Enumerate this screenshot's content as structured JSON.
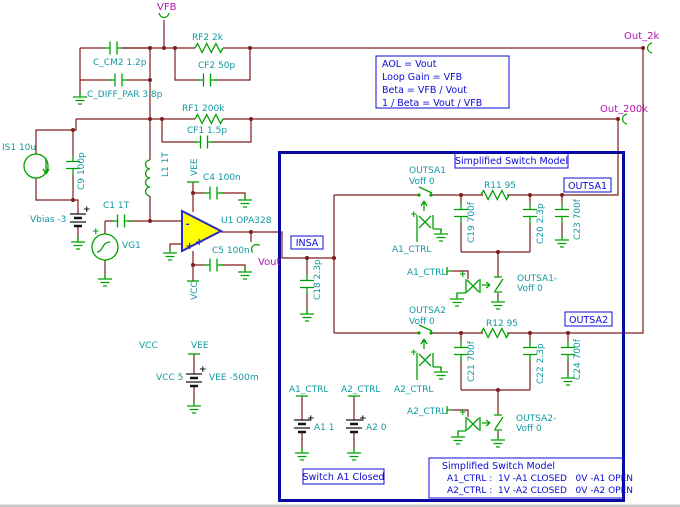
{
  "colors": {
    "wire": "#7d1d1d",
    "component": "#00a000",
    "label": "#1199a1",
    "node_label": "#b812b8",
    "annotation": "#0b0bd6",
    "box_border": "#0a0aa0",
    "opamp_fill": "#ffff00",
    "opamp_border": "#2a2ac8",
    "battery": "#141414",
    "background": "#ffffff"
  },
  "nodes": {
    "vfb": "VFB",
    "out_2k": "Out_2k",
    "out_200k": "Out_200k",
    "vout": "Vout"
  },
  "jumpers": {
    "insa": "INSA",
    "outsa1": "OUTSA1",
    "outsa2": "OUTSA2"
  },
  "sources": {
    "is1": "IS1 10u",
    "vbias": "Vbias -3",
    "vg1": "VG1",
    "vcc_rail": "VCC",
    "vee_rail": "VEE",
    "vcc_batt": "VCC 5",
    "vee_batt": "VEE -500m",
    "a1_batt": "A1 1",
    "a2_batt": "A2 0"
  },
  "passives": {
    "c_cm2": "C_CM2 1.2p",
    "c_diff_par": "C_DIFF_PAR 3.8p",
    "rf2": "RF2 2k",
    "cf2": "CF2 50p",
    "rf1": "RF1 200k",
    "cf1": "CF1 1.5p",
    "c9": "C9 100p",
    "c1": "C1 1T",
    "l1": "L1 1T",
    "c4": "C4 100n",
    "c5": "C5 100n",
    "c18": "C18 2.3p"
  },
  "opamp": {
    "ref": "U1 OPA328",
    "vee_pin": "VEE",
    "vcc_pin": "VCC"
  },
  "switch_model": {
    "outsa1": "OUTSA1",
    "outsa1n": "OUTSA1-",
    "outsa2": "OUTSA2",
    "outsa2n": "OUTSA2-",
    "voff": "Voff 0",
    "a1_ctrl": "A1_CTRL",
    "a2_ctrl": "A2_CTRL",
    "r11": "R11 95",
    "r12": "R12 95",
    "c19": "C19 700f",
    "c20": "C20 2.3p",
    "c23": "C23 700f",
    "c21": "C21 700f",
    "c22": "C22 2.3p",
    "c24": "C24 700f"
  },
  "symbols": {
    "plus": "+",
    "minus": "-"
  },
  "annotations": {
    "loop_box": {
      "line1": "AOL = Vout",
      "line2": "Loop Gain = VFB",
      "line3": "Beta = VFB / Vout",
      "line4": "1 / Beta = Vout / VFB"
    },
    "switch_model_title": "Simplified Switch Model",
    "switch_a1_closed": "Switch A1 Closed",
    "info_box": {
      "title": "Simplified Switch Model",
      "line1": "A1_CTRL :  1V -A1 CLOSED   0V -A1 OPEN",
      "line2": "A2_CTRL :  1V -A2 CLOSED   0V -A2 OPEN"
    }
  }
}
